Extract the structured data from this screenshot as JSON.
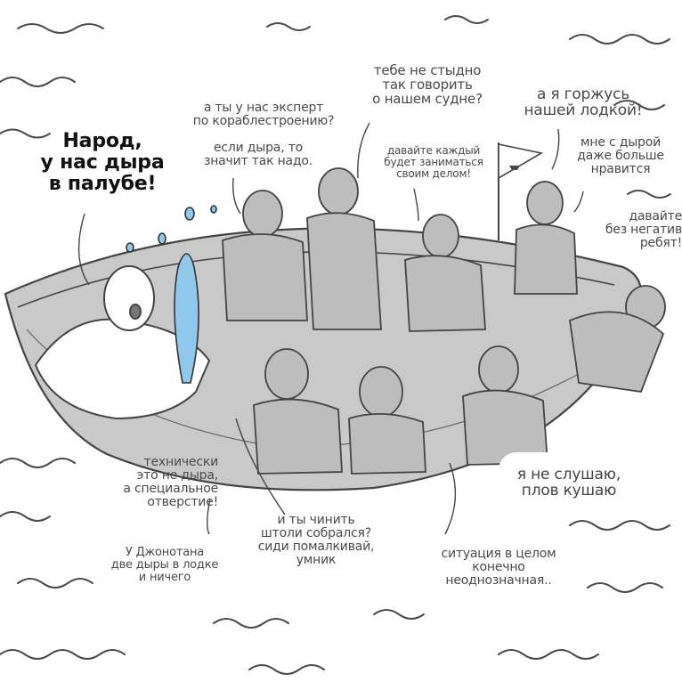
{
  "comic": {
    "captions": {
      "main_hole": "Народ,\nу нас дыра\nв палубе!",
      "expert": "а ты у нас эксперт\nпо кораблестроению?",
      "hole_means": "если дыра, то\nзначит так надо.",
      "not_ashamed": "тебе не стыдно\nтак говорить\nо нашем судне?",
      "proud": "а я горжусь\nнашей лодкой!",
      "each_own": "давайте каждый\nбудет заниматься\nсвоим делом!",
      "like_more": "мне с дырой\nдаже больше\nнравится",
      "no_negative": "давайте\nбез негатив\nребят!",
      "technically": "технически\nэто не дыра,\nа специальное\nотверстие!",
      "fix_it": "и ты чинить\nштоли собрался?\nсиди помалкивай,\nумник",
      "jonathan": "У Джонотана\nдве дыры в лодке\nи ничего",
      "situation": "ситуация в целом\nконечно\nнеоднозначная..",
      "pilaf": "я не слушаю,\nплов кушаю"
    },
    "colors": {
      "boat": "#c9c9c9",
      "figures": "#bdbdbd",
      "outline": "#444444",
      "water": "#8fc8ea",
      "waves": "#4a4a4a",
      "background": "#ffffff"
    }
  }
}
